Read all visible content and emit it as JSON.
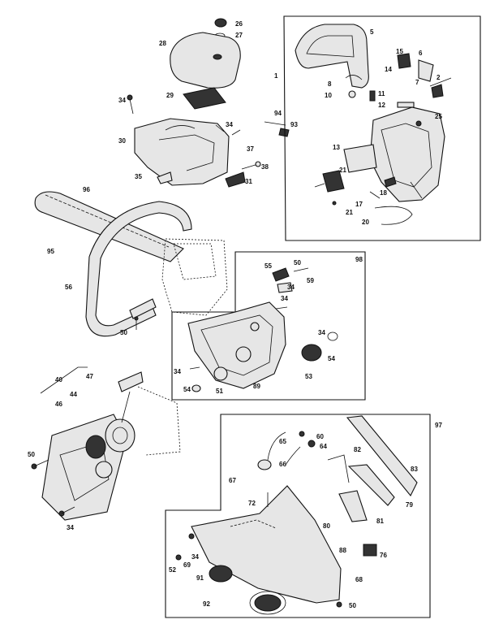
{
  "callouts": {
    "c1": "1",
    "c2": "2",
    "c5": "5",
    "c6": "6",
    "c7": "7",
    "c8": "8",
    "c10": "10",
    "c11": "11",
    "c12": "12",
    "c13": "13",
    "c14": "14",
    "c15": "15",
    "c17": "17",
    "c18": "18",
    "c20": "20",
    "c21a": "21",
    "c21b": "21",
    "c25": "25",
    "c26": "26",
    "c27": "27",
    "c28": "28",
    "c29": "29",
    "c30": "30",
    "c31": "31",
    "c34a": "34",
    "c34b": "34",
    "c34c": "34",
    "c34d": "34",
    "c34e": "34",
    "c34f": "34",
    "c34g": "34",
    "c34h": "34",
    "c35": "35",
    "c37": "37",
    "c38": "38",
    "c40": "40",
    "c44": "44",
    "c46": "46",
    "c47": "47",
    "c50a": "50",
    "c50b": "50",
    "c50c": "50",
    "c50d": "50",
    "c51": "51",
    "c52": "52",
    "c53": "53",
    "c54a": "54",
    "c54b": "54",
    "c55": "55",
    "c56": "56",
    "c59": "59",
    "c60": "60",
    "c64": "64",
    "c65": "65",
    "c66": "66",
    "c67": "67",
    "c68": "68",
    "c69": "69",
    "c72": "72",
    "c76": "76",
    "c79": "79",
    "c80": "80",
    "c81": "81",
    "c82": "82",
    "c83": "83",
    "c88": "88",
    "c89": "89",
    "c91": "91",
    "c92": "92",
    "c93": "93",
    "c94": "94",
    "c95": "95",
    "c96": "96",
    "c97": "97",
    "c98": "98"
  }
}
